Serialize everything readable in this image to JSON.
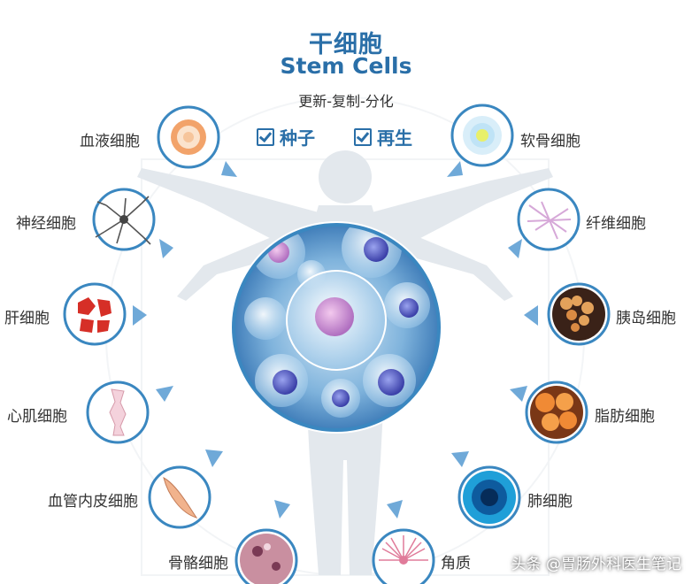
{
  "header": {
    "title_cn": "干细胞",
    "title_en": "Stem Cells",
    "subtitle": "更新-复制-分化",
    "checks": [
      "种子",
      "再生"
    ]
  },
  "cells_left": [
    {
      "label": "血液细胞",
      "icon": "blood-cell-icon"
    },
    {
      "label": "神经细胞",
      "icon": "neuron-icon"
    },
    {
      "label": "肝细胞",
      "icon": "liver-cell-icon"
    },
    {
      "label": "心肌细胞",
      "icon": "cardiac-muscle-icon"
    },
    {
      "label": "血管内皮细胞",
      "icon": "endothelial-cell-icon"
    },
    {
      "label": "骨骼细胞",
      "icon": "bone-cell-icon"
    }
  ],
  "cells_right": [
    {
      "label": "软骨细胞",
      "icon": "chondrocyte-icon"
    },
    {
      "label": "纤维细胞",
      "icon": "fibroblast-icon"
    },
    {
      "label": "胰岛细胞",
      "icon": "islet-cell-icon"
    },
    {
      "label": "脂肪细胞",
      "icon": "fat-cell-icon"
    },
    {
      "label": "肺细胞",
      "icon": "lung-cell-icon"
    },
    {
      "label": "角质",
      "icon": "keratinocyte-icon"
    }
  ],
  "watermark": "头条 @胃肠外科医生笔记",
  "colors": {
    "accent": "#2a6fa8",
    "ring": "#3a87c0",
    "arrow": "#6fa9d8"
  }
}
